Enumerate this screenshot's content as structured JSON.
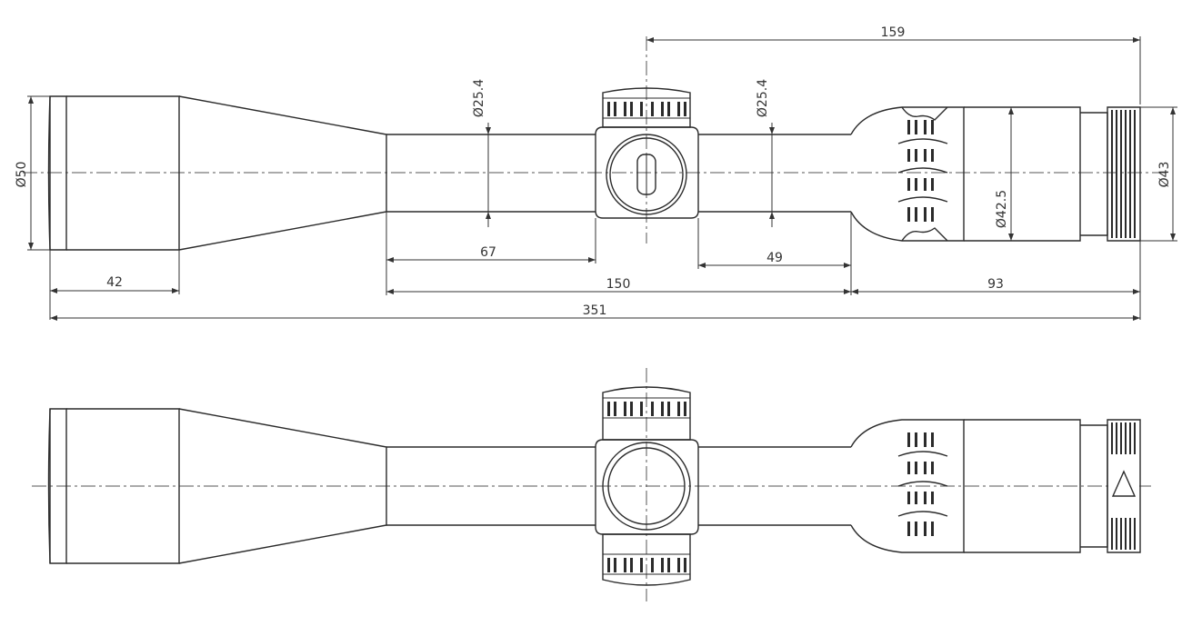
{
  "dimensions": {
    "overall_length": "351",
    "objective_bell_length": "42",
    "front_tube_length": "67",
    "rear_tube_length": "49",
    "main_body_length": "150",
    "eyepiece_length": "93",
    "turret_to_eyepiece_end": "159",
    "objective_diameter": "Ø50",
    "front_tube_diameter": "Ø25.4",
    "rear_tube_diameter": "Ø25.4",
    "eyepiece_ring_diameter": "Ø42.5",
    "eyepiece_diameter": "Ø43"
  },
  "markings": {
    "eyepiece_arrow": "△"
  },
  "colors": {
    "line": "#2b2b2b",
    "background": "#ffffff"
  }
}
